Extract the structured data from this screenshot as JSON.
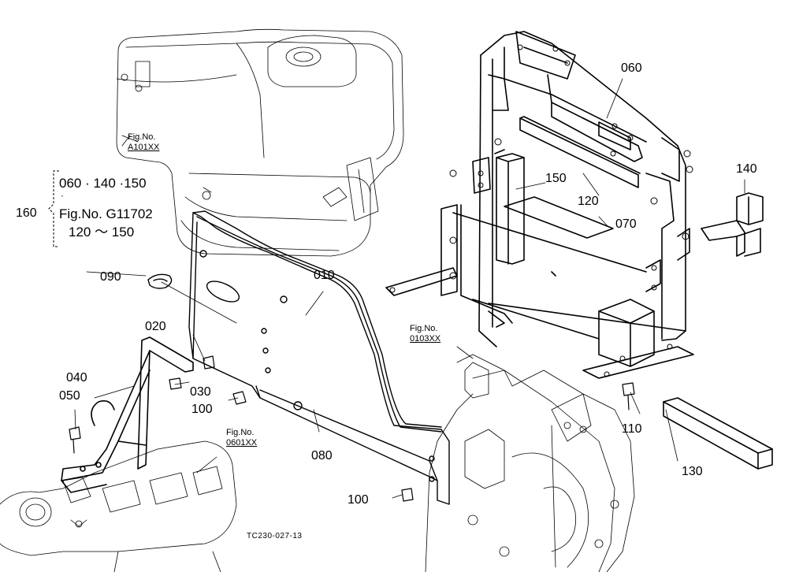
{
  "parts": {
    "p010": "010",
    "p020": "020",
    "p030": "030",
    "p040": "040",
    "p050": "050",
    "p060": "060",
    "p070": "070",
    "p080": "080",
    "p090": "090",
    "p100a": "100",
    "p100b": "100",
    "p110": "110",
    "p120": "120",
    "p130": "130",
    "p140": "140",
    "p150": "150",
    "p160": "160"
  },
  "fig_refs": {
    "a101": {
      "line1": "Fig.No.",
      "line2": "A101XX"
    },
    "f0103": {
      "line1": "Fig.No.",
      "line2": "0103XX"
    },
    "f0601": {
      "line1": "Fig.No.",
      "line2": "0601XX"
    }
  },
  "note160": {
    "line1": "060 · 140 ·150",
    "line2": "·",
    "line3": "Fig.No. G11702",
    "line4": "120 〜 150"
  },
  "drawing_code": "TC230-027-13"
}
